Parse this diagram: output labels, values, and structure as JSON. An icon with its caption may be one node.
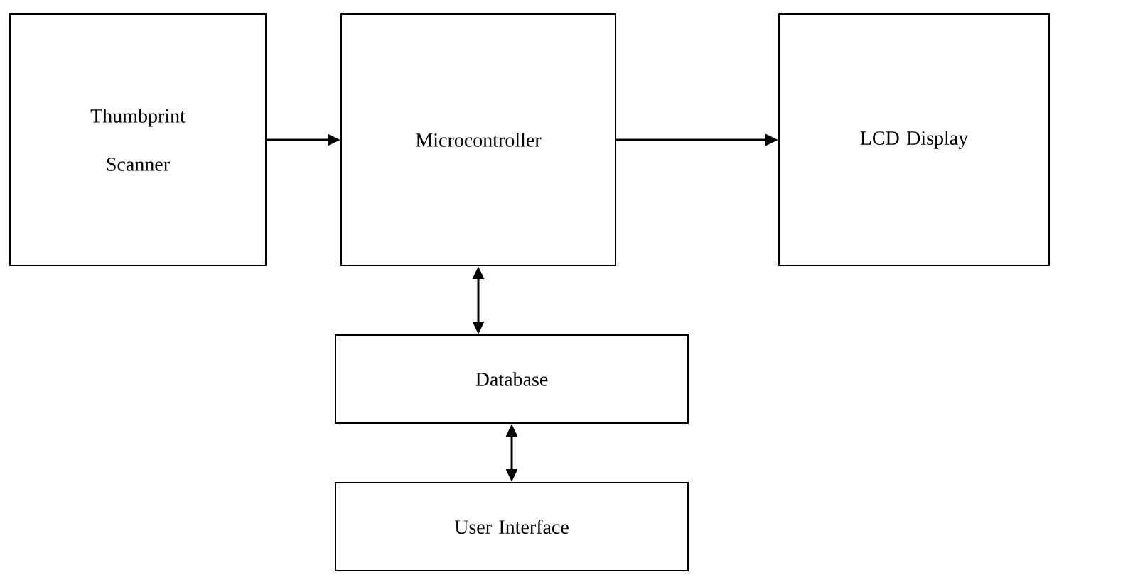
{
  "diagram": {
    "nodes": [
      {
        "text": [
          "Thumbprint Scanner"
        ]
      },
      {
        "text": [
          "Microcontroller"
        ]
      },
      {
        "text": [
          "LCD Display"
        ]
      },
      {
        "text": [
          "Database"
        ]
      },
      {
        "text": [
          "User Interface"
        ]
      }
    ],
    "edges": [
      {
        "from": 0,
        "to": 1,
        "arrow": "to"
      },
      {
        "from": 1,
        "to": 2,
        "arrow": "to"
      },
      {
        "from": 1,
        "to": 3,
        "arrow": "both"
      },
      {
        "from": 3,
        "to": 4,
        "arrow": "both"
      }
    ]
  }
}
